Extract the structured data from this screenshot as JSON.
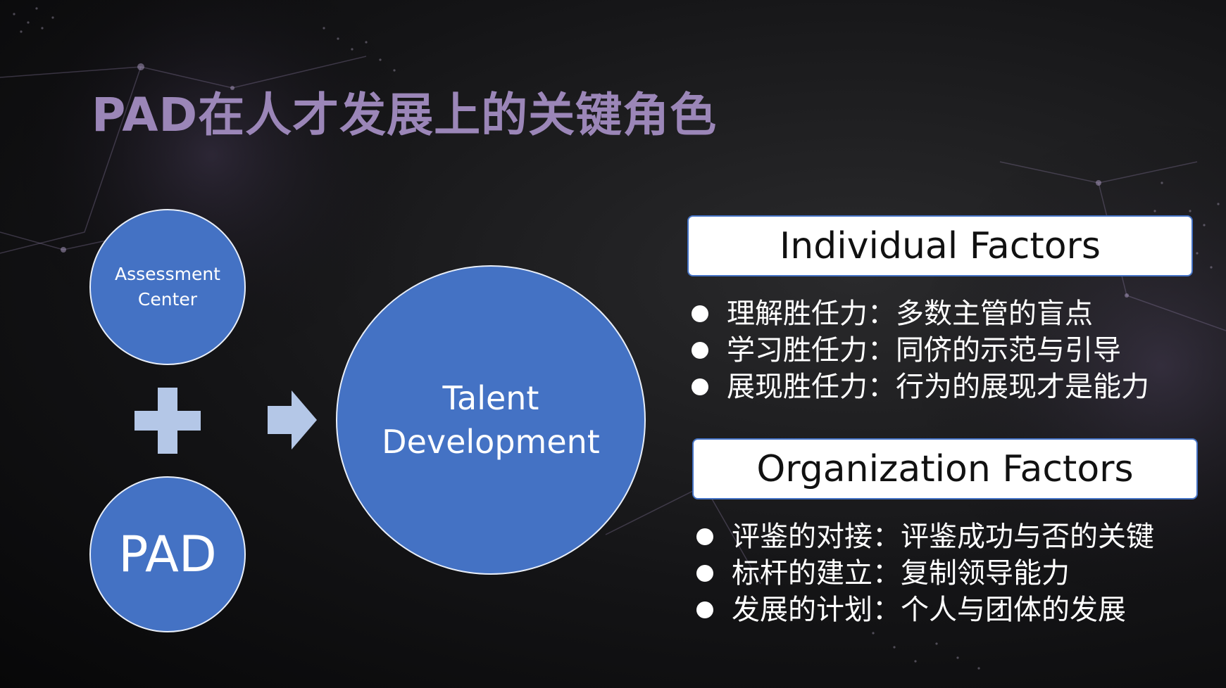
{
  "slide": {
    "title": "PAD在人才发展上的关键角色",
    "title_color": "#9b86b8",
    "circle_fill": "#4472c4",
    "icon_color": "#b4c7e7"
  },
  "diagram": {
    "assessment_center": "Assessment\nCenter",
    "pad": "PAD",
    "talent_development": "Talent\nDevelopment",
    "plus_icon": "plus-icon",
    "arrow_icon": "right-arrow-icon"
  },
  "individual_factors": {
    "heading": "Individual Factors",
    "items": [
      "理解胜任力：多数主管的盲点",
      "学习胜任力：同侪的示范与引导",
      "展现胜任力：行为的展现才是能力"
    ]
  },
  "organization_factors": {
    "heading": "Organization Factors",
    "items": [
      "评鉴的对接：评鉴成功与否的关键",
      "标杆的建立：复制领导能力",
      "发展的计划：个人与团体的发展"
    ]
  }
}
